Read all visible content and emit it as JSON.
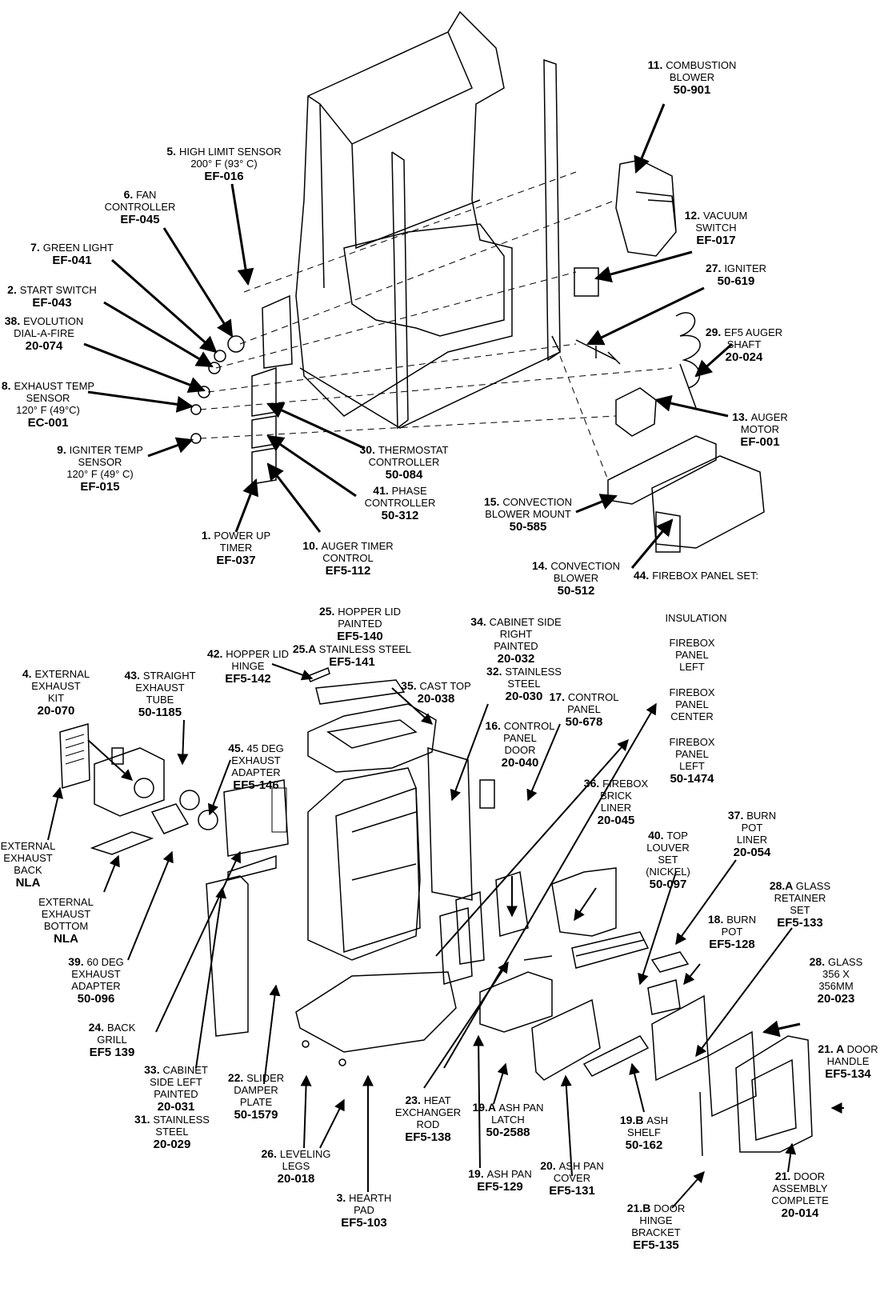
{
  "labels": [
    {
      "id": "l11",
      "num": "11.",
      "lines": [
        "COMBUSTION",
        "BLOWER"
      ],
      "part": "50-901"
    },
    {
      "id": "l5",
      "num": "5.",
      "lines": [
        "HIGH LIMIT SENSOR",
        "200° F (93° C)"
      ],
      "part": "EF-016"
    },
    {
      "id": "l6",
      "num": "6.",
      "lines": [
        "FAN",
        "CONTROLLER"
      ],
      "part": "EF-045"
    },
    {
      "id": "l12",
      "num": "12.",
      "lines": [
        "VACUUM",
        "SWITCH"
      ],
      "part": "EF-017"
    },
    {
      "id": "l7",
      "num": "7.",
      "lines": [
        "GREEN LIGHT"
      ],
      "part": "EF-041"
    },
    {
      "id": "l27",
      "num": "27.",
      "lines": [
        "IGNITER"
      ],
      "part": "50-619"
    },
    {
      "id": "l2",
      "num": "2.",
      "lines": [
        "START SWITCH"
      ],
      "part": "EF-043"
    },
    {
      "id": "l38",
      "num": "38.",
      "lines": [
        "EVOLUTION",
        "DIAL-A-FIRE"
      ],
      "part": "20-074"
    },
    {
      "id": "l29",
      "num": "29.",
      "lines": [
        "EF5 AUGER",
        "SHAFT"
      ],
      "part": "20-024"
    },
    {
      "id": "l8",
      "num": "8.",
      "lines": [
        "EXHAUST TEMP",
        "SENSOR",
        "120° F (49°C)"
      ],
      "part": "EC-001"
    },
    {
      "id": "l13",
      "num": "13.",
      "lines": [
        "AUGER",
        "MOTOR"
      ],
      "part": "EF-001"
    },
    {
      "id": "l9",
      "num": "9.",
      "lines": [
        "IGNITER TEMP",
        "SENSOR",
        "120° F (49° C)"
      ],
      "part": "EF-015"
    },
    {
      "id": "l30",
      "num": "30.",
      "lines": [
        "THERMOSTAT",
        "CONTROLLER"
      ],
      "part": "50-084"
    },
    {
      "id": "l41",
      "num": "41.",
      "lines": [
        "PHASE",
        "CONTROLLER"
      ],
      "part": "50-312"
    },
    {
      "id": "l15",
      "num": "15.",
      "lines": [
        "CONVECTION",
        "BLOWER MOUNT"
      ],
      "part": "50-585"
    },
    {
      "id": "l1",
      "num": "1.",
      "lines": [
        "POWER UP",
        "TIMER"
      ],
      "part": "EF-037"
    },
    {
      "id": "l10",
      "num": "10.",
      "lines": [
        "AUGER TIMER",
        "CONTROL"
      ],
      "part": "EF5-112"
    },
    {
      "id": "l14",
      "num": "14.",
      "lines": [
        "CONVECTION",
        "BLOWER"
      ],
      "part": "50-512"
    },
    {
      "id": "l44",
      "num": "44.",
      "lines": [
        "FIREBOX PANEL SET:"
      ],
      "part": ""
    },
    {
      "id": "l25",
      "num": "25.",
      "lines": [
        "HOPPER LID",
        "PAINTED"
      ],
      "part": "EF5-140"
    },
    {
      "id": "l25a",
      "num": "25.A",
      "lines": [
        "STAINLESS STEEL"
      ],
      "part": "EF5-141"
    },
    {
      "id": "l34",
      "num": "34.",
      "lines": [
        "CABINET SIDE",
        "RIGHT",
        "PAINTED"
      ],
      "part": "20-032"
    },
    {
      "id": "l42",
      "num": "42.",
      "lines": [
        "HOPPER LID",
        "HINGE"
      ],
      "part": "EF5-142"
    },
    {
      "id": "l32",
      "num": "32.",
      "lines": [
        "STAINLESS",
        "STEEL"
      ],
      "part": "20-030"
    },
    {
      "id": "l35",
      "num": "35.",
      "lines": [
        "CAST TOP"
      ],
      "part": "20-038"
    },
    {
      "id": "l17",
      "num": "17.",
      "lines": [
        "CONTROL",
        "PANEL"
      ],
      "part": "50-678"
    },
    {
      "id": "l4",
      "num": "4.",
      "lines": [
        "EXTERNAL",
        "EXHAUST",
        "KIT"
      ],
      "part": "20-070"
    },
    {
      "id": "l43",
      "num": "43.",
      "lines": [
        "STRAIGHT",
        "EXHAUST",
        "TUBE"
      ],
      "part": "50-1185"
    },
    {
      "id": "l16",
      "num": "16.",
      "lines": [
        "CONTROL",
        "PANEL",
        "DOOR"
      ],
      "part": "20-040"
    },
    {
      "id": "l45",
      "num": "45.",
      "lines": [
        "45 DEG",
        "EXHAUST",
        "ADAPTER"
      ],
      "part": "EF5-146"
    },
    {
      "id": "l36",
      "num": "36.",
      "lines": [
        "FIREBOX",
        "BRICK",
        "LINER"
      ],
      "part": "20-045"
    },
    {
      "id": "l37",
      "num": "37.",
      "lines": [
        "BURN",
        "POT",
        "LINER"
      ],
      "part": "20-054"
    },
    {
      "id": "l40",
      "num": "40.",
      "lines": [
        "TOP",
        "LOUVER",
        "SET",
        "(NICKEL)"
      ],
      "part": "50-097"
    },
    {
      "id": "lextback",
      "num": "",
      "lines": [
        "EXTERNAL",
        "EXHAUST",
        "BACK"
      ],
      "part": "NLA"
    },
    {
      "id": "l28a",
      "num": "28.A",
      "lines": [
        "GLASS",
        "RETAINER",
        "SET"
      ],
      "part": "EF5-133"
    },
    {
      "id": "lextbot",
      "num": "",
      "lines": [
        "EXTERNAL",
        "EXHAUST",
        "BOTTOM"
      ],
      "part": "NLA"
    },
    {
      "id": "l18",
      "num": "18.",
      "lines": [
        "BURN",
        "POT"
      ],
      "part": "EF5-128"
    },
    {
      "id": "l39",
      "num": "39.",
      "lines": [
        "60 DEG",
        "EXHAUST",
        "ADAPTER"
      ],
      "part": "50-096"
    },
    {
      "id": "l28",
      "num": "28.",
      "lines": [
        "GLASS",
        "356 X",
        "356MM"
      ],
      "part": "20-023"
    },
    {
      "id": "l24",
      "num": "24.",
      "lines": [
        "BACK",
        "GRILL"
      ],
      "part": "EF5 139"
    },
    {
      "id": "l21a",
      "num": "21. A",
      "lines": [
        "DOOR",
        "HANDLE"
      ],
      "part": "EF5-134"
    },
    {
      "id": "l33",
      "num": "33.",
      "lines": [
        "CABINET",
        "SIDE LEFT",
        "PAINTED"
      ],
      "part": "20-031"
    },
    {
      "id": "l22",
      "num": "22.",
      "lines": [
        "SLIDER",
        "DAMPER",
        "PLATE"
      ],
      "part": "50-1579"
    },
    {
      "id": "l31",
      "num": "31.",
      "lines": [
        "STAINLESS",
        "STEEL"
      ],
      "part": "20-029"
    },
    {
      "id": "l23",
      "num": "23.",
      "lines": [
        "HEAT",
        "EXCHANGER",
        "ROD"
      ],
      "part": "EF5-138"
    },
    {
      "id": "l19a",
      "num": "19.A",
      "lines": [
        "ASH PAN",
        "LATCH"
      ],
      "part": "50-2588"
    },
    {
      "id": "l19b",
      "num": "19.B",
      "lines": [
        "ASH",
        "SHELF"
      ],
      "part": "50-162"
    },
    {
      "id": "l26",
      "num": "26.",
      "lines": [
        "LEVELING",
        "LEGS"
      ],
      "part": "20-018"
    },
    {
      "id": "l20",
      "num": "20.",
      "lines": [
        "ASH PAN",
        "COVER"
      ],
      "part": "EF5-131"
    },
    {
      "id": "l19",
      "num": "19.",
      "lines": [
        "ASH PAN"
      ],
      "part": "EF5-129"
    },
    {
      "id": "l21",
      "num": "21.",
      "lines": [
        "DOOR",
        "ASSEMBLY",
        "COMPLETE"
      ],
      "part": "20-014"
    },
    {
      "id": "l3",
      "num": "3.",
      "lines": [
        "HEARTH",
        "PAD"
      ],
      "part": "EF5-103"
    },
    {
      "id": "l21b",
      "num": "21.B",
      "lines": [
        "DOOR",
        "HINGE",
        "BRACKET"
      ],
      "part": "EF5-135"
    }
  ],
  "firebox_set": {
    "insulation": "INSULATION",
    "left1": [
      "FIREBOX",
      "PANEL",
      "LEFT"
    ],
    "center": [
      "FIREBOX",
      "PANEL",
      "CENTER"
    ],
    "left2": [
      "FIREBOX",
      "PANEL",
      "LEFT"
    ],
    "part": "50-1474"
  }
}
